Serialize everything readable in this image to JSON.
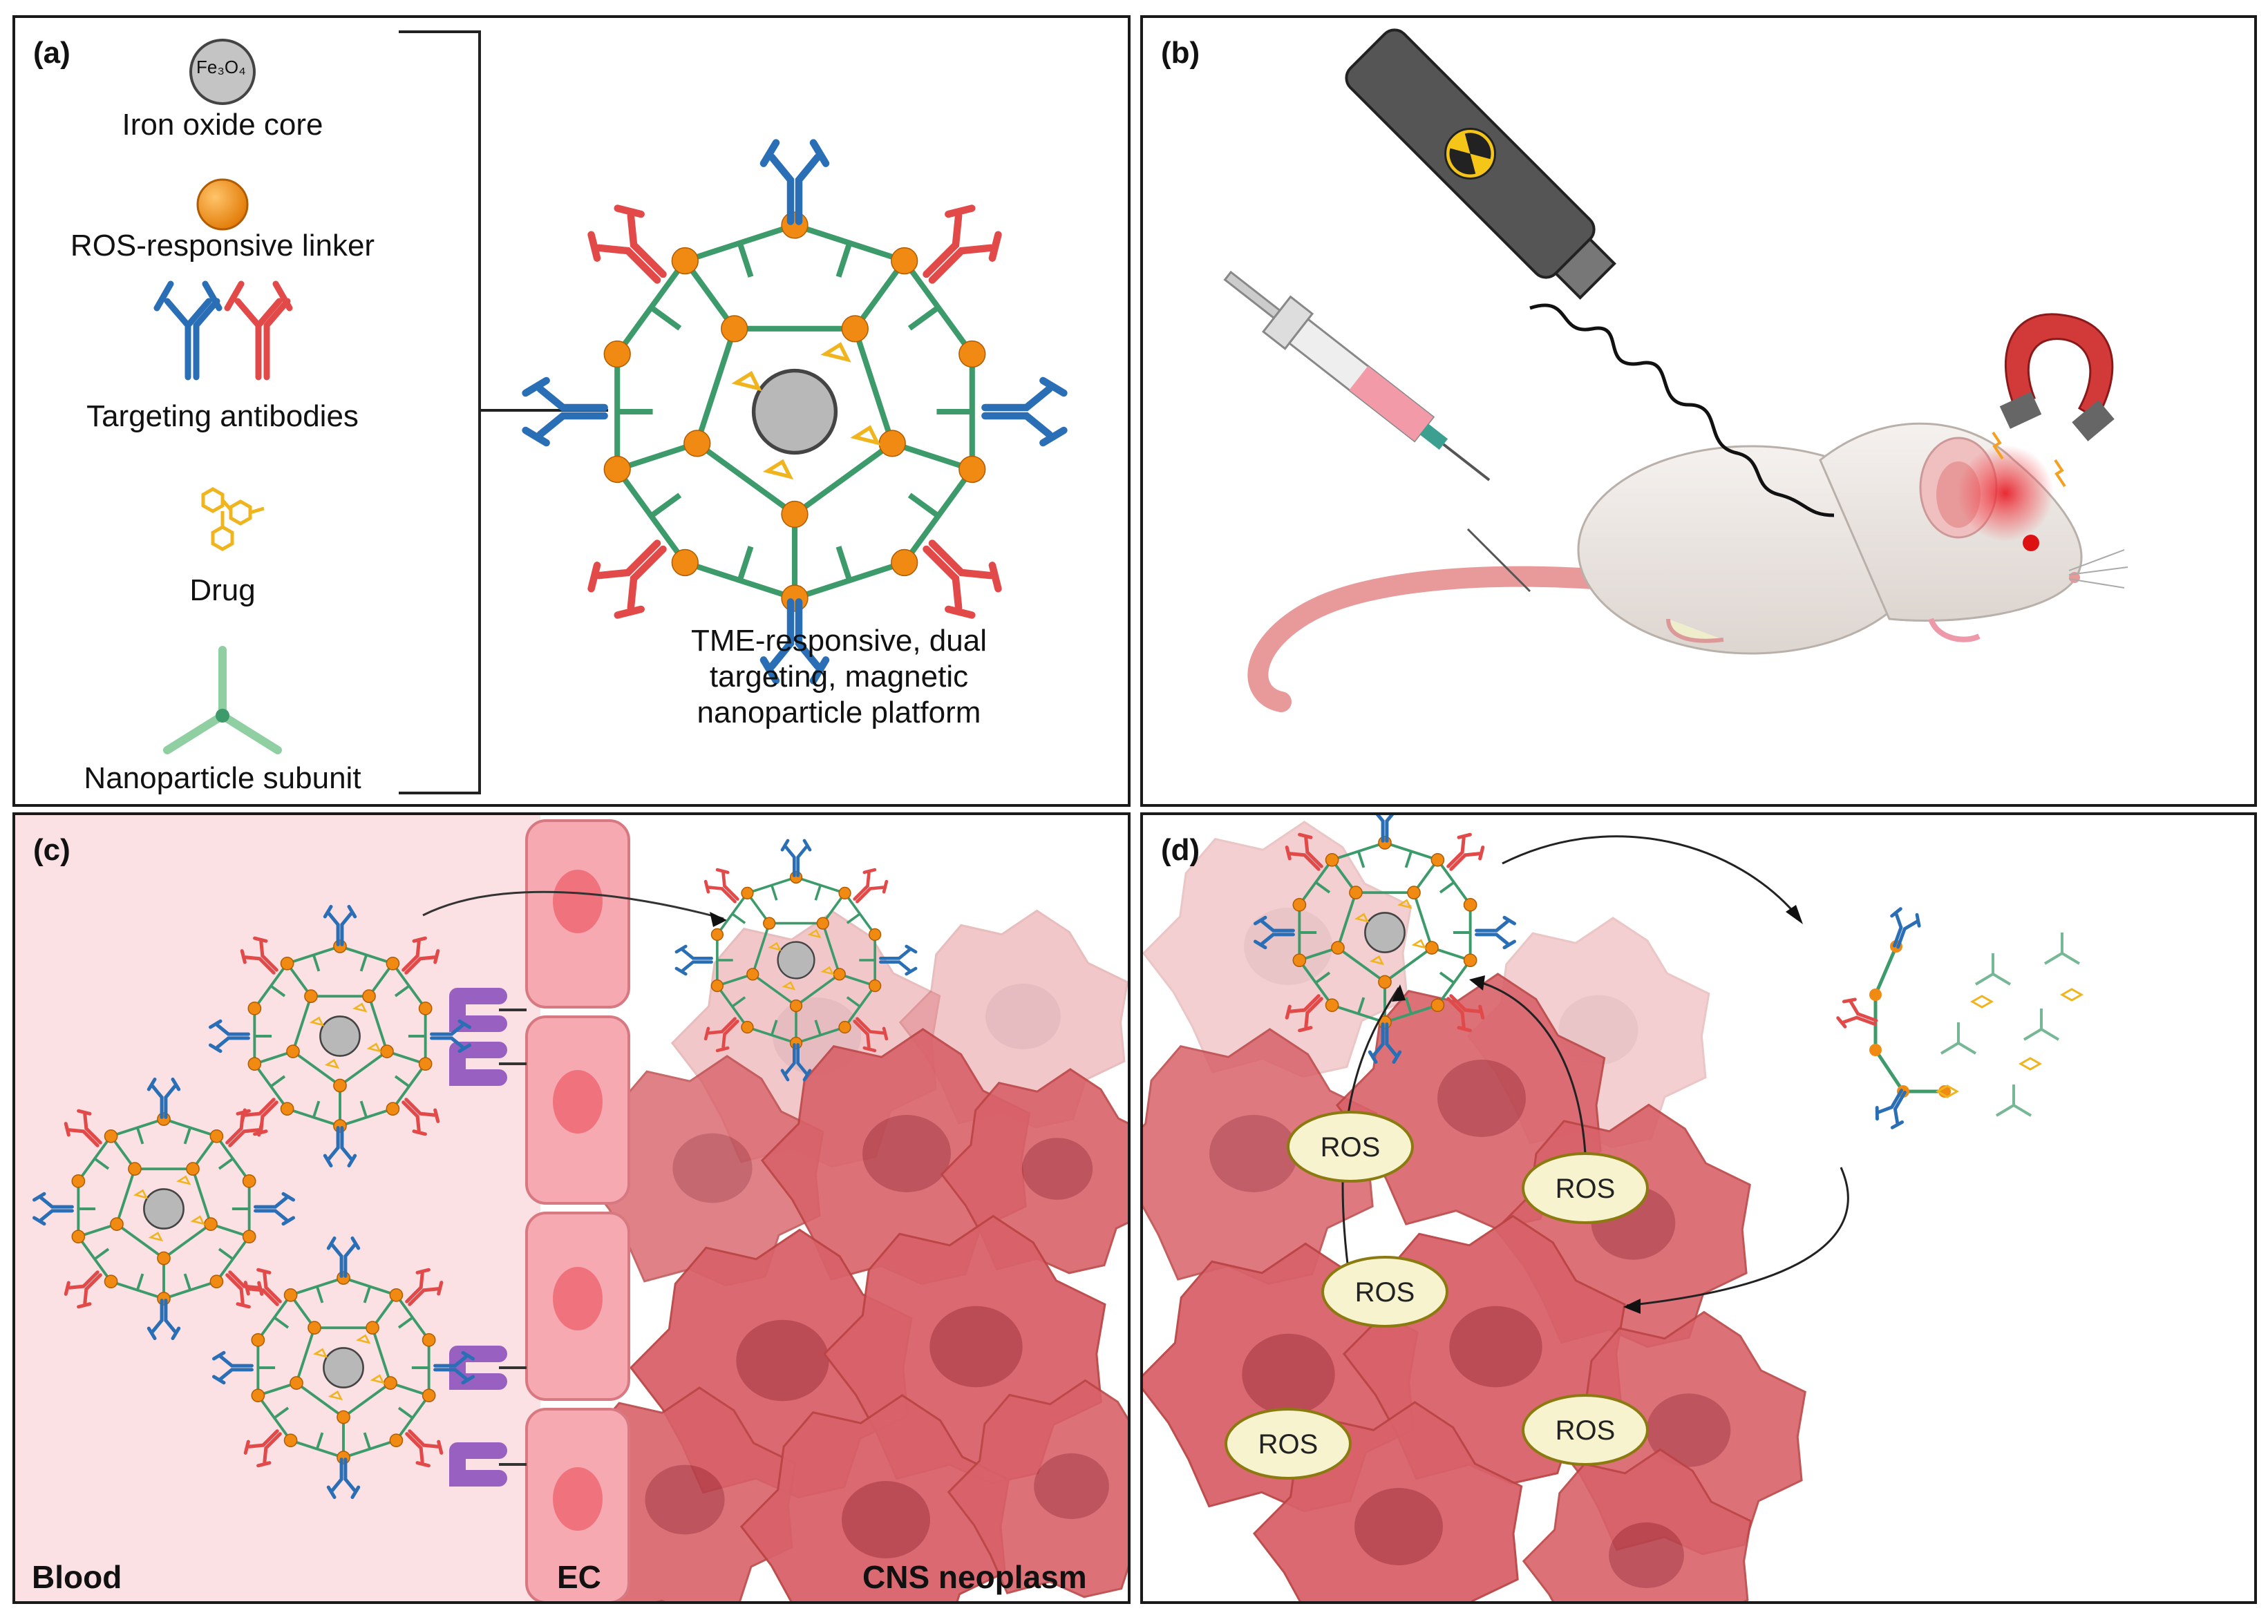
{
  "panels": {
    "a": {
      "label": "(a)",
      "legend": [
        {
          "icon": "iron-oxide-core-icon",
          "text": "Iron oxide core",
          "symbol": "Fe₃O₄"
        },
        {
          "icon": "ros-linker-icon",
          "text": "ROS-responsive linker"
        },
        {
          "icon": "antibody-icon",
          "text": "Targeting antibodies"
        },
        {
          "icon": "drug-icon",
          "text": "Drug"
        },
        {
          "icon": "subunit-icon",
          "text": "Nanoparticle subunit"
        }
      ],
      "platform_caption": [
        "TME-responsive, dual",
        "targeting, magnetic",
        "nanoparticle platform"
      ]
    },
    "b": {
      "label": "(b)"
    },
    "c": {
      "label": "(c)",
      "regions": {
        "blood": "Blood",
        "ec": "EC",
        "neoplasm": "CNS neoplasm"
      }
    },
    "d": {
      "label": "(d)",
      "ros_labels": [
        "ROS",
        "ROS",
        "ROS",
        "ROS",
        "ROS"
      ]
    }
  },
  "colors": {
    "frame": "#1a1a1a",
    "nanoparticle": "#3d9a6a",
    "linker": "#f08a12",
    "antibody_blue": "#2a6fb5",
    "antibody_red": "#e24a4a",
    "drug": "#f0b41e",
    "core": "#b8b8b8",
    "receptor": "#7c4a9e",
    "blood_bg": "#fbe0e4",
    "cell": "#d9626a",
    "nucleus": "#b8434d",
    "ros_fill": "#f7f3cf",
    "ros_stroke": "#8a7a10",
    "magnet": "#d23a3a"
  }
}
